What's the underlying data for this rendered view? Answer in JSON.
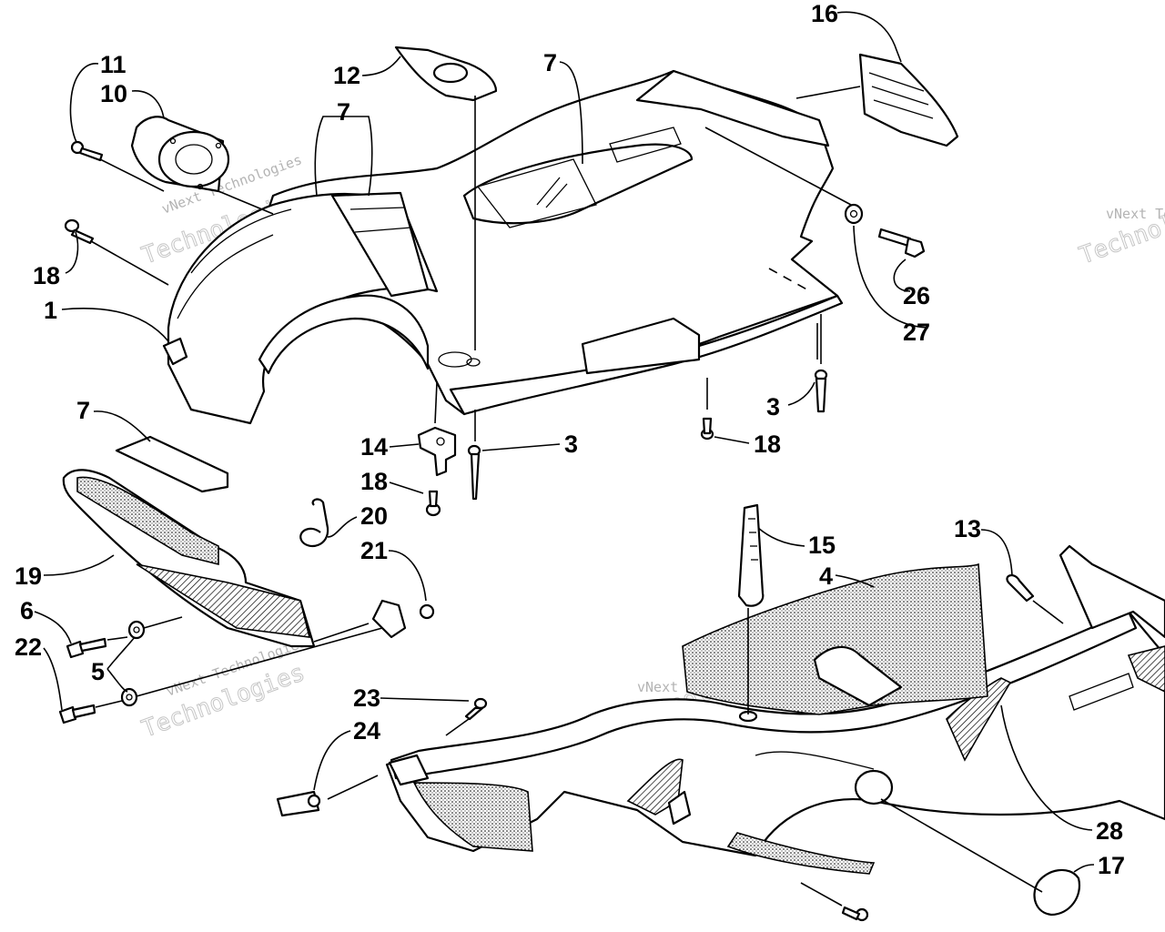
{
  "callouts": [
    {
      "id": "c-11",
      "label": "11"
    },
    {
      "id": "c-10",
      "label": "10"
    },
    {
      "id": "c-12",
      "label": "12"
    },
    {
      "id": "c-7a",
      "label": "7"
    },
    {
      "id": "c-7b",
      "label": "7"
    },
    {
      "id": "c-16",
      "label": "16"
    },
    {
      "id": "c-18a",
      "label": "18"
    },
    {
      "id": "c-1",
      "label": "1"
    },
    {
      "id": "c-26",
      "label": "26"
    },
    {
      "id": "c-27",
      "label": "27"
    },
    {
      "id": "c-3a",
      "label": "3"
    },
    {
      "id": "c-18b",
      "label": "18"
    },
    {
      "id": "c-14",
      "label": "14"
    },
    {
      "id": "c-3b",
      "label": "3"
    },
    {
      "id": "c-7c",
      "label": "7"
    },
    {
      "id": "c-18c",
      "label": "18"
    },
    {
      "id": "c-20",
      "label": "20"
    },
    {
      "id": "c-21",
      "label": "21"
    },
    {
      "id": "c-19",
      "label": "19"
    },
    {
      "id": "c-6",
      "label": "6"
    },
    {
      "id": "c-22",
      "label": "22"
    },
    {
      "id": "c-5",
      "label": "5"
    },
    {
      "id": "c-15",
      "label": "15"
    },
    {
      "id": "c-13",
      "label": "13"
    },
    {
      "id": "c-4",
      "label": "4"
    },
    {
      "id": "c-23",
      "label": "23"
    },
    {
      "id": "c-24",
      "label": "24"
    },
    {
      "id": "c-28",
      "label": "28"
    },
    {
      "id": "c-17",
      "label": "17"
    }
  ],
  "watermark": {
    "line1": "vNext Technologies",
    "line2": "Technologies",
    "line3": "vNext"
  }
}
